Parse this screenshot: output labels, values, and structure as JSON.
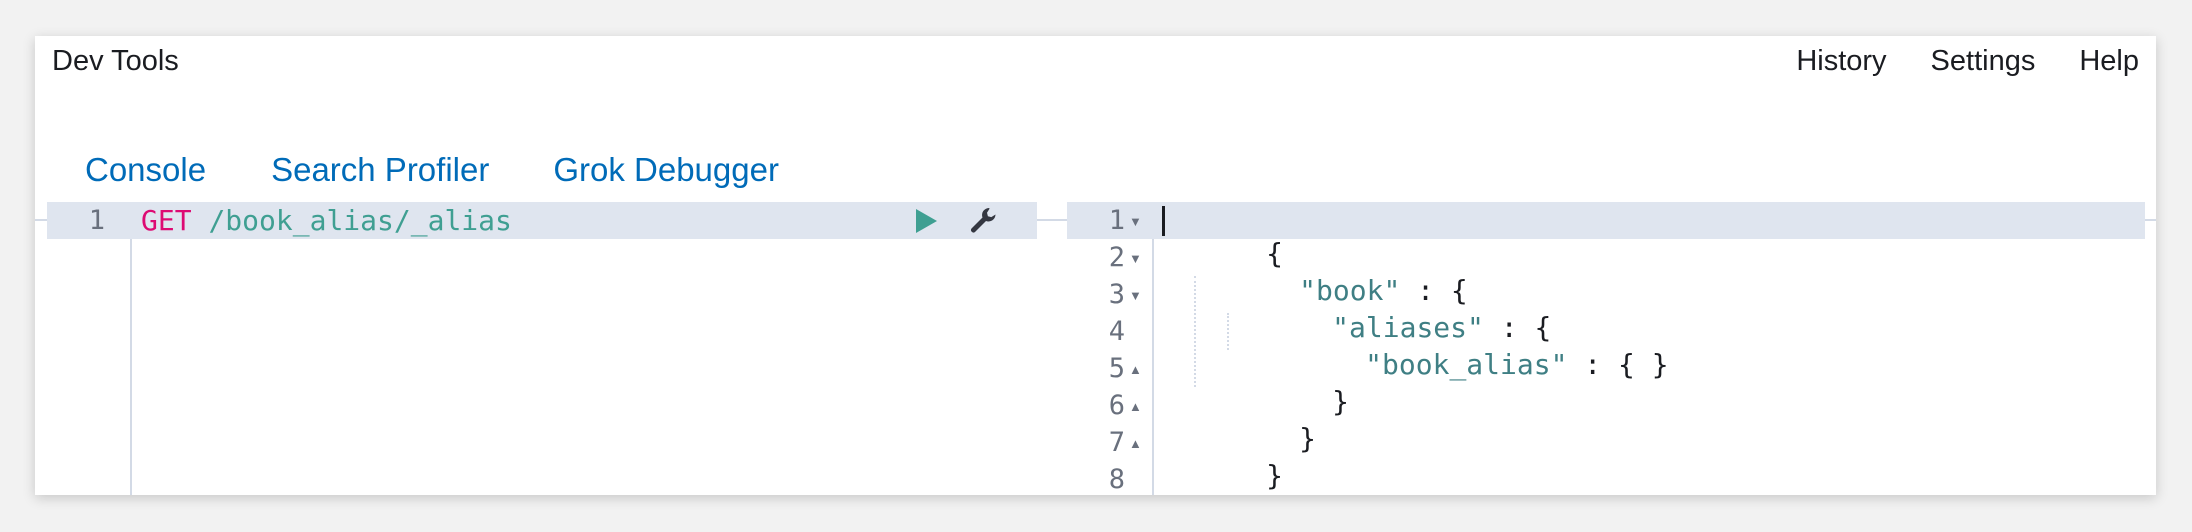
{
  "header": {
    "title": "Dev Tools",
    "links": [
      "History",
      "Settings",
      "Help"
    ]
  },
  "tabs": [
    {
      "label": "Console",
      "active": true
    },
    {
      "label": "Search Profiler",
      "active": false
    },
    {
      "label": "Grok Debugger",
      "active": false
    }
  ],
  "request": {
    "line_numbers": [
      "1"
    ],
    "method": "GET",
    "path": "/book_alias/_alias"
  },
  "response": {
    "line_numbers": [
      "1",
      "2",
      "3",
      "4",
      "5",
      "6",
      "7",
      "8"
    ],
    "lines": {
      "l1": "{",
      "l2_key": "\"book\"",
      "l2_rest": " : {",
      "l3_key": "\"aliases\"",
      "l3_rest": " : {",
      "l4_key": "\"book_alias\"",
      "l4_rest": " : { }",
      "l5": "}",
      "l6": "}",
      "l7": "}"
    }
  },
  "icons": {
    "run": "play-icon",
    "settings": "wrench-icon"
  },
  "colors": {
    "accent": "#006bb8",
    "run": "#3f9f92",
    "method": "#dd0a73",
    "path": "#3f9f92",
    "string": "#3f7f84"
  }
}
